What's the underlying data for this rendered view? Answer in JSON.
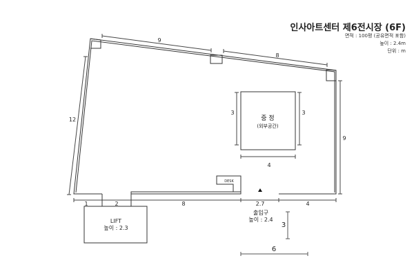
{
  "title": "인사아트센터 제6전시장 (6F)",
  "info": {
    "area": "면적 : 100평 (공유면적 포함)",
    "height": "높이 : 2.4m",
    "unit": "단위 : m"
  },
  "dimensions": {
    "top_left": "9",
    "top_right": "8",
    "left": "12",
    "right": "9",
    "bottom": [
      "1",
      "2",
      "8",
      "2.7",
      "4"
    ],
    "courtyard_left": "3",
    "courtyard_right": "3",
    "courtyard_bottom": "4"
  },
  "courtyard": {
    "name": "중 정",
    "sub": "(외부공간)"
  },
  "lift": {
    "name": "LIFT",
    "height": "높이 : 2.3"
  },
  "desk": "DESK",
  "entrance": {
    "name": "출입구",
    "height": "높이 : 2.4"
  },
  "scale": {
    "vertical": "3",
    "horizontal": "6"
  }
}
